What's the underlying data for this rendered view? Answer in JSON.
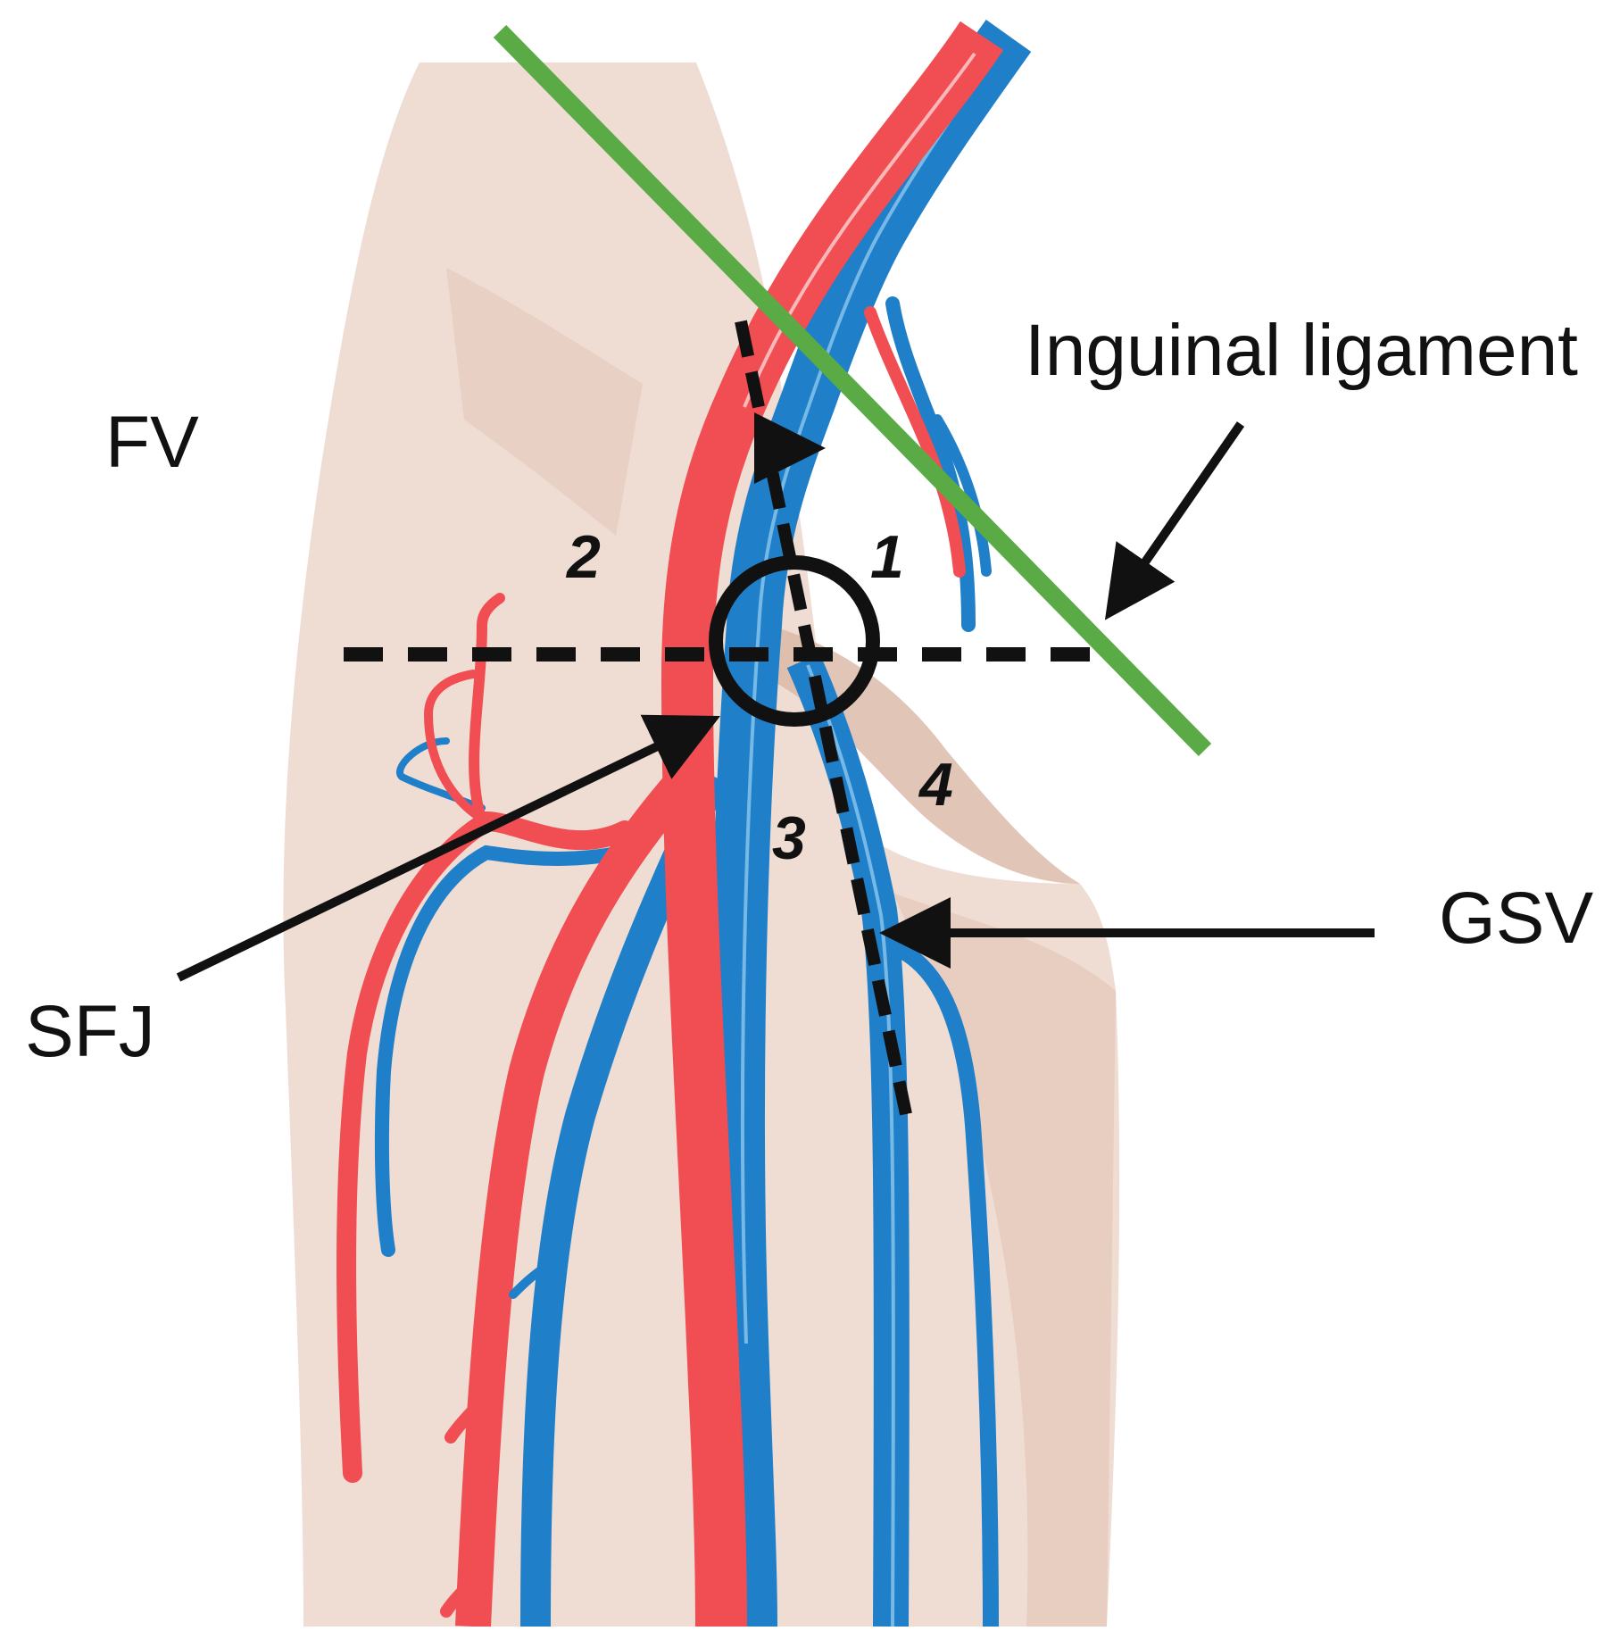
{
  "labels": {
    "inguinal_ligament": "Inguinal ligament",
    "fv": "FV",
    "sfj": "SFJ",
    "gsv": "GSV"
  },
  "regions": [
    "1",
    "2",
    "3",
    "4"
  ],
  "colors": {
    "skin_light": "#efdcd2",
    "skin_shadow": "#e2c4b4",
    "artery": "#f04e52",
    "artery_dark": "#b8252c",
    "vein": "#1f7fc9",
    "vein_dark": "#0d5a96",
    "vein_highlight": "#8cc8ef",
    "ligament_line": "#5aaa46",
    "guide_line": "#111111"
  }
}
